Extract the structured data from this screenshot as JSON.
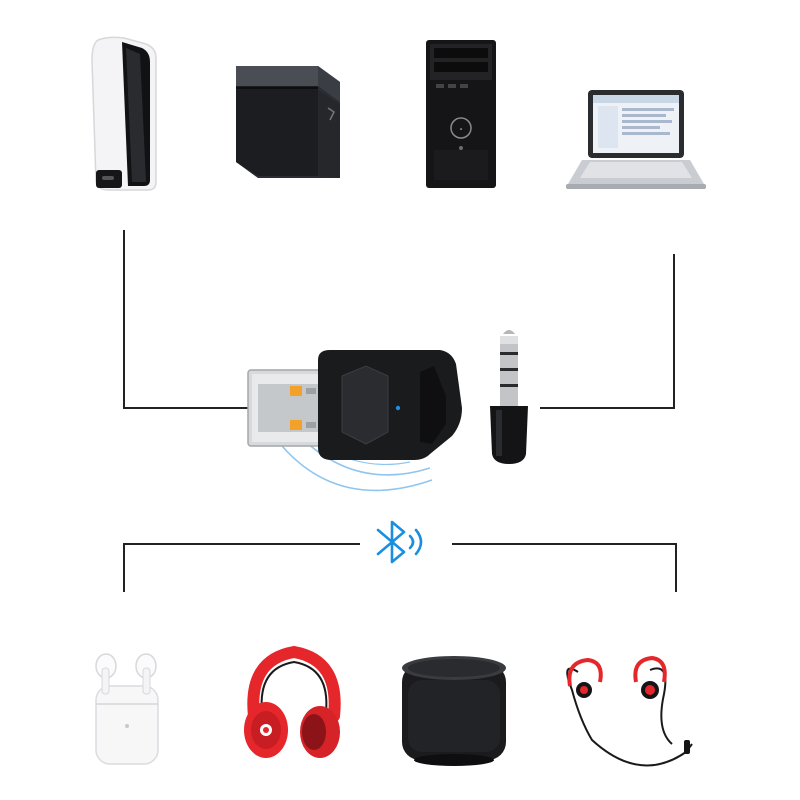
{
  "source_devices": [
    {
      "id": "ps5",
      "icon": "ps5-console-icon"
    },
    {
      "id": "ps4",
      "icon": "ps4-console-icon"
    },
    {
      "id": "desktop",
      "icon": "desktop-tower-icon"
    },
    {
      "id": "laptop",
      "icon": "laptop-icon"
    }
  ],
  "adapter": {
    "icon": "usb-bluetooth-adapter-icon",
    "accessory_icon": "audio-jack-adapter-icon"
  },
  "wireless": {
    "icon": "bluetooth-icon"
  },
  "output_devices": [
    {
      "id": "earbuds",
      "icon": "earbuds-case-icon"
    },
    {
      "id": "headphones",
      "icon": "headphones-icon"
    },
    {
      "id": "speaker",
      "icon": "speaker-icon"
    },
    {
      "id": "sport-earphones",
      "icon": "sport-earphones-icon"
    }
  ],
  "colors": {
    "line": "#222222",
    "bluetooth": "#1a8fe0",
    "signal_arc": "#8fc6ef",
    "headphone_red": "#e5262b",
    "device_dark": "#1b1b1d",
    "laptop_silver": "#c9ccd1"
  }
}
